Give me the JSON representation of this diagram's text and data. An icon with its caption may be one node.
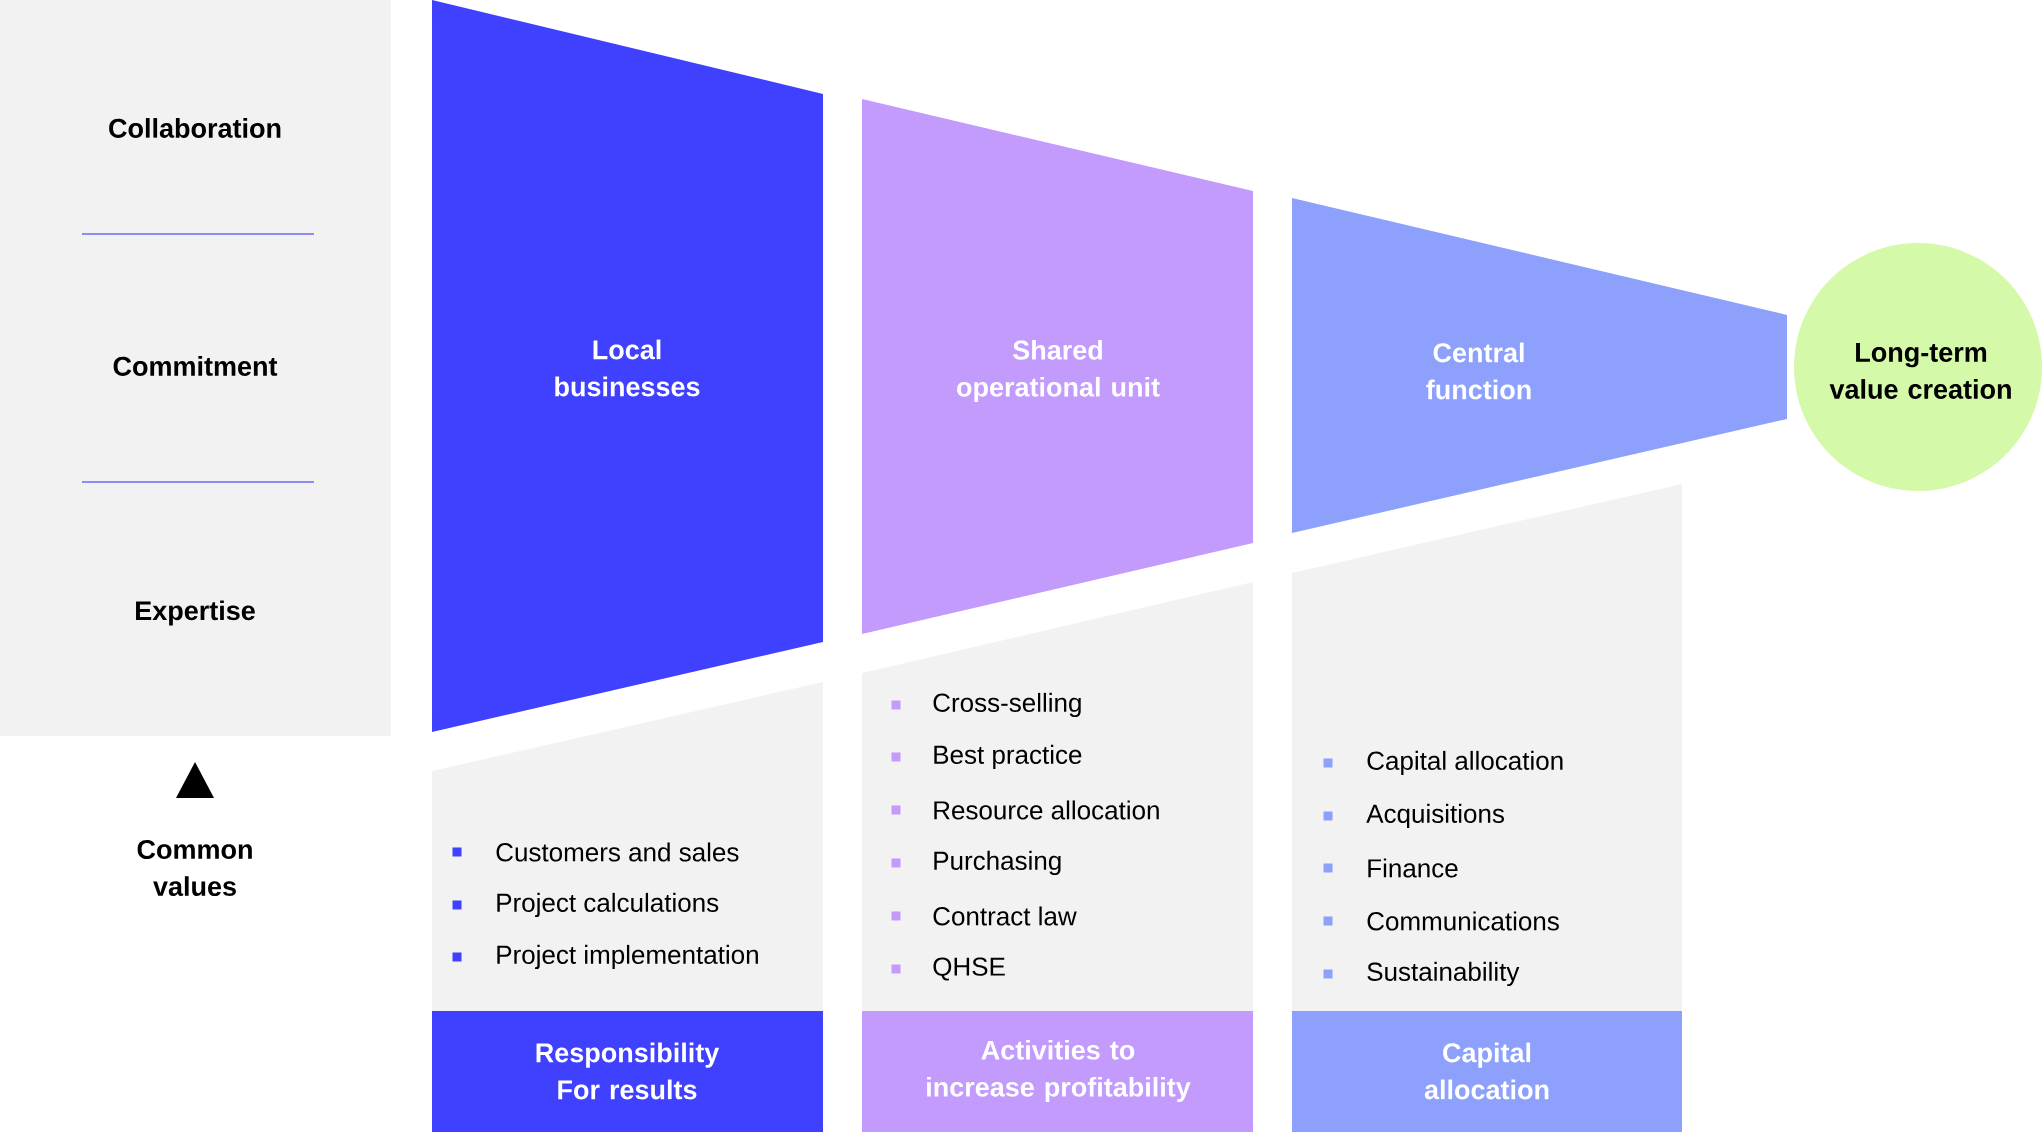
{
  "diagram": {
    "nodes": [
      {
        "text": [
          "Collaboration",
          "Commitment",
          "Expertise"
        ]
      },
      {
        "text": [
          "Local businesses"
        ]
      },
      {
        "text": [
          "Shared operational unit"
        ]
      },
      {
        "text": [
          "Central function"
        ]
      },
      {
        "text": [
          "Long-term value creation"
        ]
      },
      {
        "text": [
          "Customers and sales",
          "Project calculations",
          "Project implementation"
        ]
      },
      {
        "text": [
          "Cross-selling",
          "Best practice",
          "Resource allocation",
          "Purchasing",
          "Contract law",
          "QHSE"
        ]
      },
      {
        "text": [
          "Capital allocation",
          "Acquisitions",
          "Finance",
          "Communications",
          "Sustainability"
        ]
      },
      {
        "text": [
          "Responsibility For results"
        ]
      },
      {
        "text": [
          "Activities to increase profitability"
        ]
      },
      {
        "text": [
          "Capital allocation"
        ]
      }
    ],
    "labels": [
      "Common values"
    ]
  }
}
